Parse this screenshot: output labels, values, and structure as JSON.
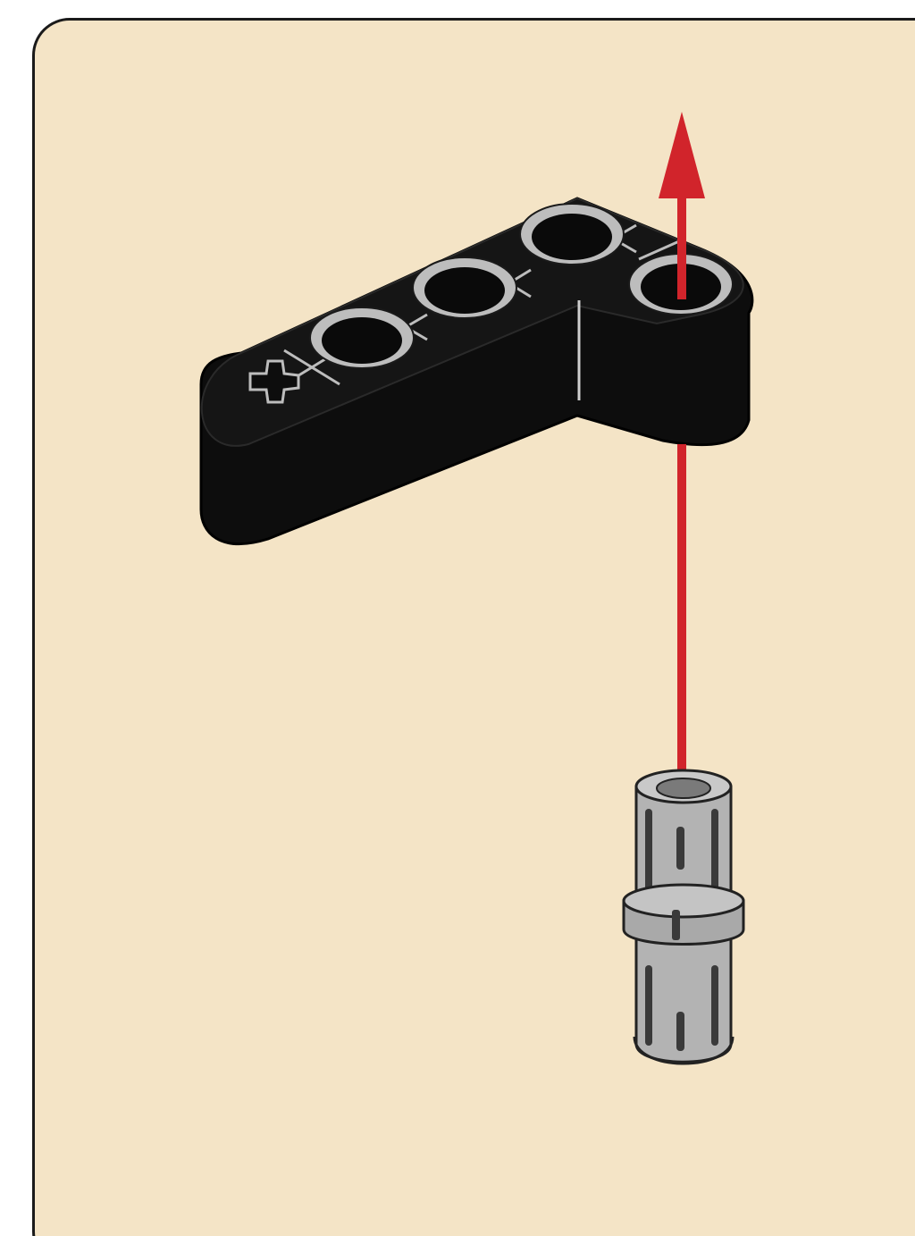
{
  "panel": {
    "background": "#f4e4c6",
    "border_color": "#1a1a1a"
  },
  "arrow": {
    "color": "#d1242b",
    "direction": "up"
  },
  "parts": [
    {
      "name": "technic-lift-arm-l-shape",
      "color": "#0d0d0d",
      "holes": 4,
      "axle_holes": 1
    },
    {
      "name": "technic-connector-pin",
      "color": "#b3b3b3"
    }
  ]
}
